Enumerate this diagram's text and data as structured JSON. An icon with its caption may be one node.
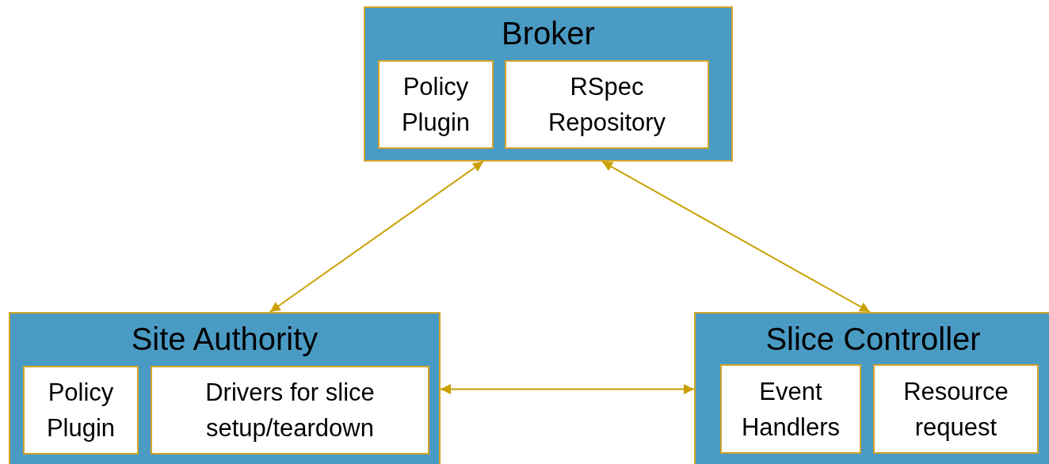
{
  "diagram": {
    "nodes": [
      {
        "text": [
          "Broker"
        ]
      },
      {
        "text": [
          "Policy Plugin"
        ],
        "in": 0
      },
      {
        "text": [
          "RSpec Repository"
        ],
        "in": 0
      },
      {
        "text": [
          "Site Authority"
        ]
      },
      {
        "text": [
          "Policy Plugin"
        ],
        "in": 3
      },
      {
        "text": [
          "Drivers for slice setup/teardown"
        ],
        "in": 3
      },
      {
        "text": [
          "Slice Controller"
        ]
      },
      {
        "text": [
          "Event Handlers"
        ],
        "in": 6
      },
      {
        "text": [
          "Resource request"
        ],
        "in": 6
      }
    ],
    "edges": [
      {
        "from": 0,
        "to": 3,
        "arrow": "both"
      },
      {
        "from": 0,
        "to": 6,
        "arrow": "both"
      },
      {
        "from": 3,
        "to": 6,
        "arrow": "both"
      }
    ]
  }
}
